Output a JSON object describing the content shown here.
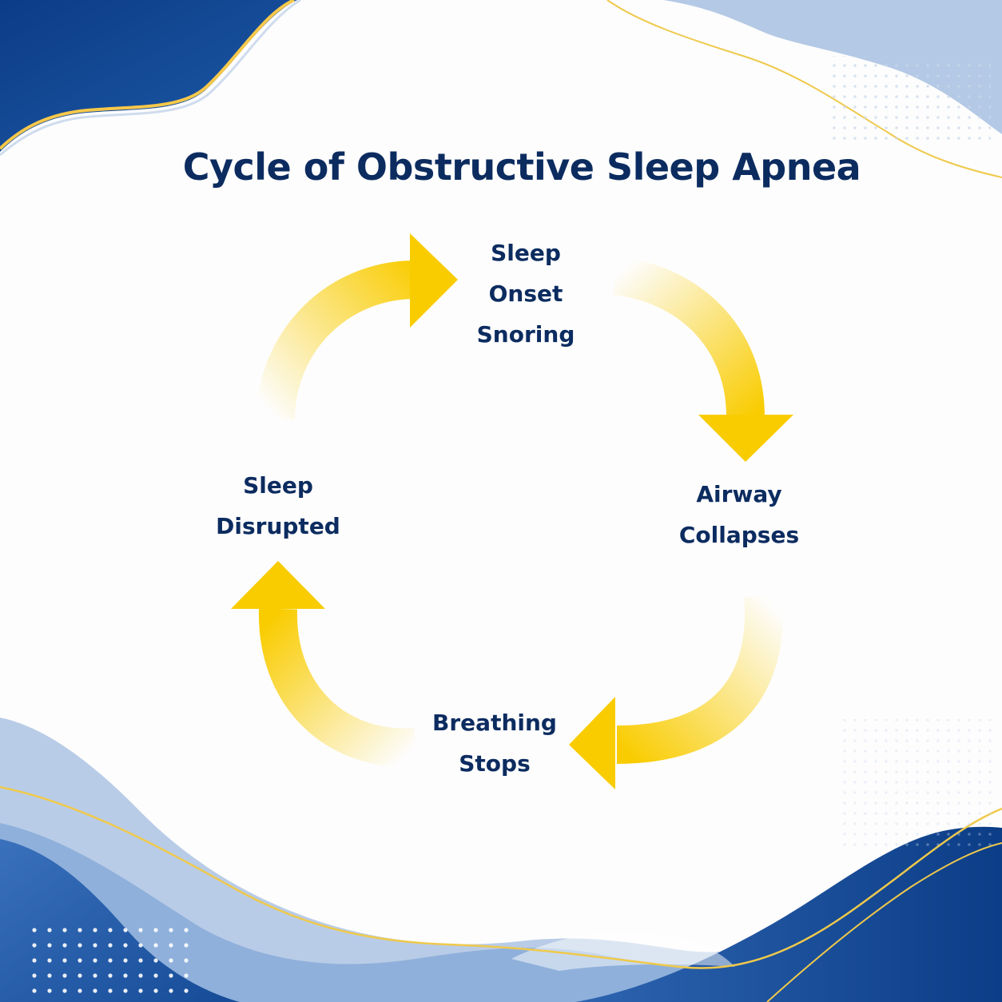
{
  "title": "Cycle of Obstructive Sleep Apnea",
  "colors": {
    "title_text": "#0c2c60",
    "label_text": "#0c2c60",
    "arrow": "#f9cc00",
    "wave_dark": "#0d4591",
    "wave_mid": "#3f74bb",
    "wave_light": "#b6cbe6",
    "accent_line": "#efc94c"
  },
  "stages": {
    "sleep_onset": {
      "lines": [
        "Sleep",
        "Onset",
        "Snoring"
      ]
    },
    "airway_collapses": {
      "lines": [
        "Airway",
        "Collapses"
      ]
    },
    "breathing_stops": {
      "lines": [
        "Breathing",
        "Stops"
      ]
    },
    "sleep_disrupted": {
      "lines": [
        "Sleep",
        "Disrupted"
      ]
    }
  }
}
